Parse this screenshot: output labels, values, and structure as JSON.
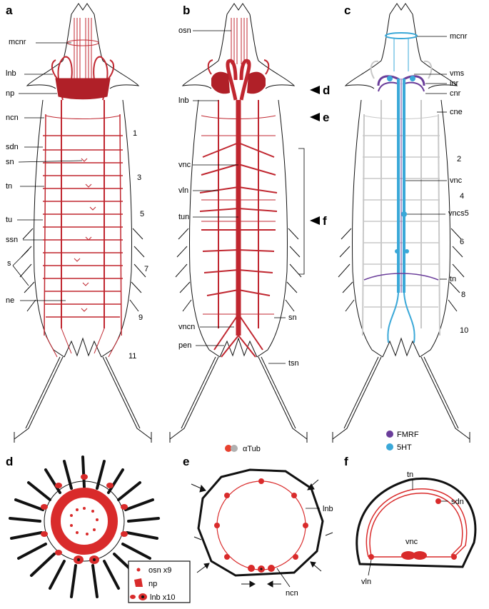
{
  "panels": {
    "a": {
      "letter": "a",
      "labels": [
        "mcnr",
        "lnb",
        "np",
        "ncn",
        "sdn",
        "sn",
        "tn",
        "tu",
        "ssn",
        "s",
        "ne"
      ],
      "segment_numbers": [
        "1",
        "3",
        "5",
        "7",
        "9",
        "11"
      ]
    },
    "b": {
      "letter": "b",
      "labels": [
        "osn",
        "lnb",
        "vnc",
        "vln",
        "tun",
        "vncn",
        "pen",
        "sn",
        "tsn"
      ],
      "section_markers": [
        "d",
        "e",
        "f"
      ]
    },
    "c": {
      "letter": "c",
      "labels": [
        "mcnr",
        "vms",
        "inr",
        "cnr",
        "cne",
        "vnc",
        "vncs5",
        "tn"
      ],
      "segment_numbers": [
        "2",
        "4",
        "6",
        "8",
        "10"
      ],
      "legend": [
        {
          "label": "FMRF",
          "color": "#6a3d9a"
        },
        {
          "label": "5HT",
          "color": "#3aa8d8"
        }
      ]
    },
    "d": {
      "letter": "d",
      "legend": [
        {
          "label": "osn x9"
        },
        {
          "label": "np"
        },
        {
          "label": "lnb x10"
        }
      ]
    },
    "e": {
      "letter": "e",
      "labels": [
        "lnb",
        "ncn"
      ]
    },
    "f": {
      "letter": "f",
      "labels": [
        "tn",
        "sdn",
        "vnc",
        "vln"
      ]
    }
  },
  "stain_legend": {
    "label": "αTub",
    "colors": [
      "#e8412f",
      "#b0b0b0"
    ]
  },
  "colors": {
    "red": "#c0262f",
    "grey": "#c8c8c8",
    "purple": "#6a3d9a",
    "cyan": "#3aa8d8"
  }
}
